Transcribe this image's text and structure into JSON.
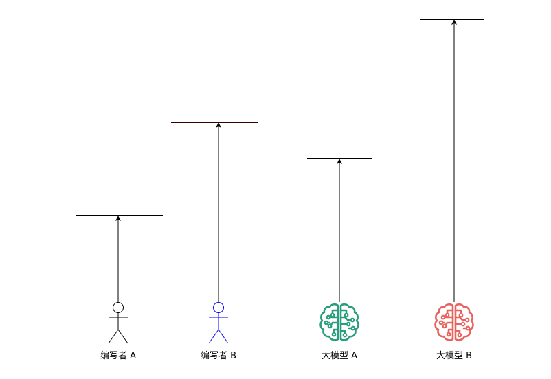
{
  "diagram": {
    "actors": [
      {
        "id": "writer-a",
        "label": "编写者 A",
        "kind": "stick-figure",
        "color": "#000000"
      },
      {
        "id": "writer-b",
        "label": "编写者 B",
        "kind": "stick-figure",
        "color": "#0000ff"
      },
      {
        "id": "model-a",
        "label": "大模型 A",
        "kind": "brain-icon",
        "color": "#2a9d7c"
      },
      {
        "id": "model-b",
        "label": "大模型 B",
        "kind": "brain-icon",
        "color": "#e8625e"
      }
    ],
    "colors": {
      "arrow": "#000000",
      "bar": "#000000",
      "bar_writer_b": "#3b0000"
    }
  }
}
